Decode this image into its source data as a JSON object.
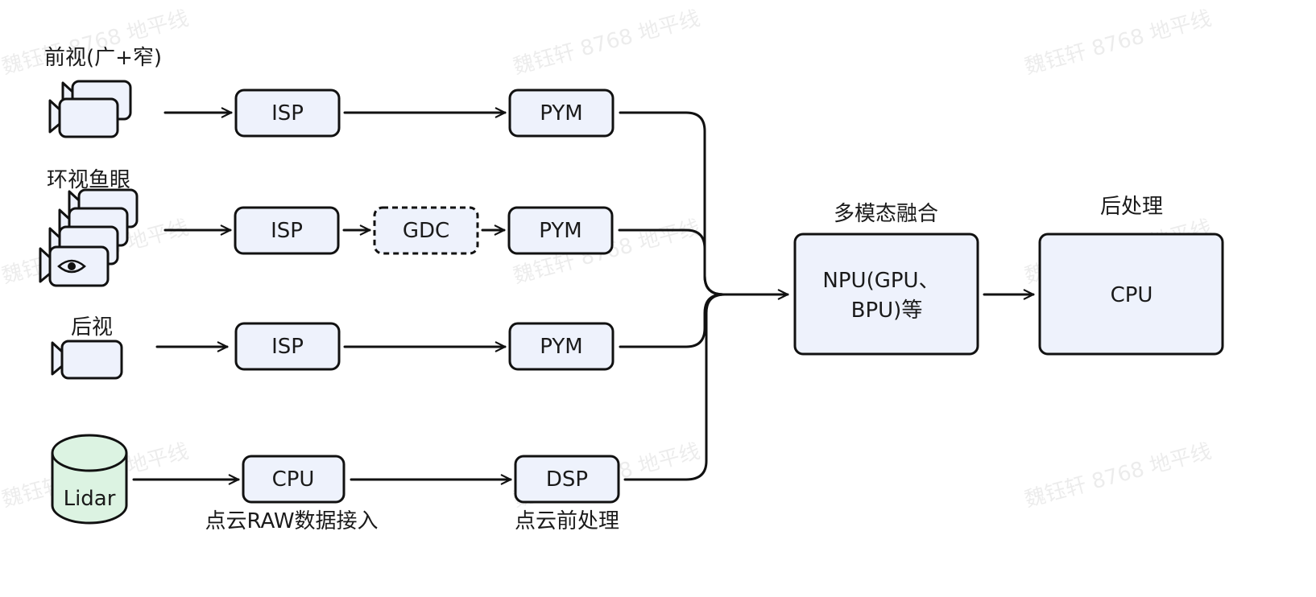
{
  "watermark": "魏钰轩 8768 地平线",
  "groups": {
    "front_view": "前视(广+窄)",
    "surround_fisheye": "环视鱼眼",
    "rear_view": "后视",
    "fusion": "多模态融合",
    "post_processing": "后处理"
  },
  "nodes": {
    "isp_front": "ISP",
    "pym_front": "PYM",
    "isp_surround": "ISP",
    "gdc_surround": "GDC",
    "pym_surround": "PYM",
    "isp_rear": "ISP",
    "pym_rear": "PYM",
    "lidar": "Lidar",
    "cpu_lidar": "CPU",
    "dsp_lidar": "DSP",
    "npu_line1": "NPU(GPU、",
    "npu_line2": "BPU)等",
    "cpu_post": "CPU"
  },
  "captions": {
    "cpu_lidar": "点云RAW数据接入",
    "dsp_lidar": "点云前处理"
  },
  "edges": [
    {
      "from": "front-camera",
      "to": "isp_front"
    },
    {
      "from": "isp_front",
      "to": "pym_front"
    },
    {
      "from": "pym_front",
      "to": "npu"
    },
    {
      "from": "surround-camera",
      "to": "isp_surround"
    },
    {
      "from": "isp_surround",
      "to": "gdc_surround",
      "style": "optional"
    },
    {
      "from": "gdc_surround",
      "to": "pym_surround"
    },
    {
      "from": "pym_surround",
      "to": "npu"
    },
    {
      "from": "rear-camera",
      "to": "isp_rear"
    },
    {
      "from": "isp_rear",
      "to": "pym_rear"
    },
    {
      "from": "pym_rear",
      "to": "npu"
    },
    {
      "from": "lidar",
      "to": "cpu_lidar"
    },
    {
      "from": "cpu_lidar",
      "to": "dsp_lidar"
    },
    {
      "from": "dsp_lidar",
      "to": "npu"
    },
    {
      "from": "npu",
      "to": "cpu_post"
    }
  ],
  "colors": {
    "node_fill": "#eef2fc",
    "lidar_fill": "#dcf3e2",
    "stroke": "#111111"
  },
  "icons": [
    "camera-icon",
    "fisheye-eye-icon",
    "database-cylinder-icon",
    "arrow-right-icon"
  ]
}
